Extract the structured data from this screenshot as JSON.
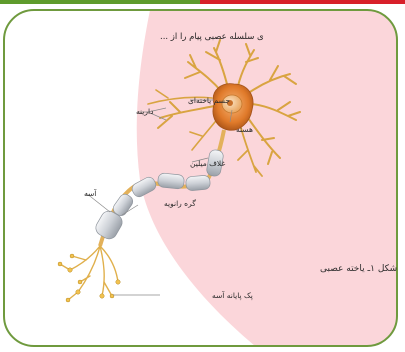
{
  "header_fragment": "ی سلسله عصبی پیام را از ...",
  "caption": "شکل ۱ـ یاخته عصبی",
  "labels": {
    "cell_body": "جسم یاخته‌ای",
    "dendrite": "دارینه",
    "nucleus": "هسته",
    "myelin_sheath": "غلاف میلین",
    "axon": "آسه",
    "node": "گره رانویه",
    "axon_terminal": "پک پایانه آسه"
  },
  "colors": {
    "page_background": "#ffffff",
    "pink_panel": "#fbd6da",
    "card_border": "#6f9a3e",
    "top_rule_green": "#5e9b2c",
    "top_rule_red": "#d8202a",
    "neuron_orange": "#e07a2a",
    "dendrite_gold": "#d9a441",
    "myelin_gray": "#d8dbe0",
    "leader_line": "#8a8a8a"
  }
}
